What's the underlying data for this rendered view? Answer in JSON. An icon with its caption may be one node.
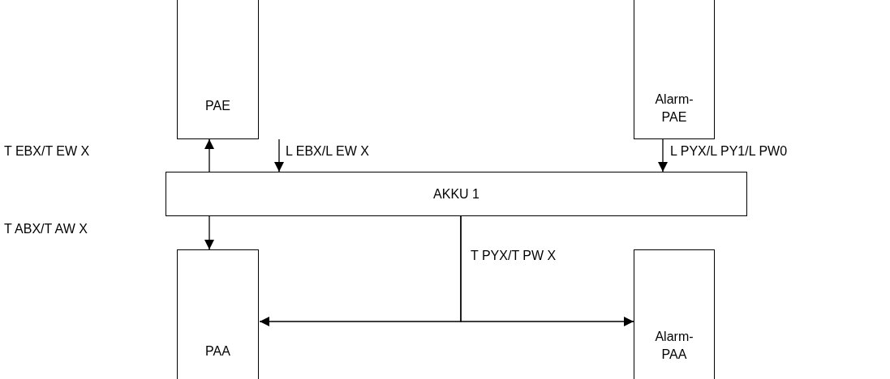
{
  "diagram": {
    "nodes": [
      {
        "text": [
          "PAE"
        ]
      },
      {
        "text": [
          "Alarm-PAE"
        ]
      },
      {
        "text": [
          "AKKU 1"
        ]
      },
      {
        "text": [
          "PAA"
        ]
      },
      {
        "text": [
          "Alarm-PAA"
        ]
      }
    ],
    "edges": [
      {
        "from": 2,
        "to": 0,
        "arrow": "to"
      },
      {
        "from": null,
        "to": 2,
        "arrow": "to",
        "label": "L EBX/L EW X"
      },
      {
        "from": 1,
        "to": 2,
        "arrow": "to",
        "label": "L PYX/L PY1/L PW0"
      },
      {
        "from": 2,
        "to": 3,
        "arrow": "to"
      },
      {
        "from": 2,
        "to": 3,
        "arrow": "to"
      },
      {
        "from": 2,
        "to": 4,
        "arrow": "to",
        "label": "T PYX/T PW X"
      }
    ],
    "labels": [
      "T EBX/T EW X",
      "T ABX/T AW X"
    ]
  }
}
